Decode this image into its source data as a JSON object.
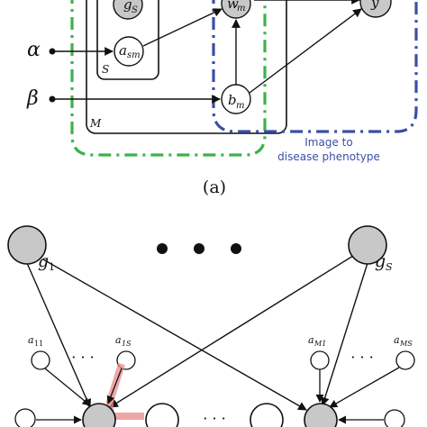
{
  "panel_a": {
    "caption": "(a)",
    "inputs": {
      "alpha": "α",
      "beta": "β"
    },
    "plate_labels": {
      "inner": "S",
      "outer": "M"
    },
    "node_labels": {
      "g_s": "g",
      "g_s_sub": "S",
      "a_sm": "a",
      "a_sm_sub": "sm",
      "w_m": "w",
      "w_m_sub": "m",
      "b_m": "b",
      "b_m_sub": "m",
      "y": "y"
    },
    "annotation": [
      "Image to",
      "disease phenotype"
    ],
    "colors": {
      "green_box": "#3cb24a",
      "blue_box": "#3a4fa8",
      "annotation_text": "#3a4fa8",
      "shaded_node": "#c8c8c8"
    }
  },
  "panel_b": {
    "ellipsis_top": "● ● ●",
    "node_labels": {
      "g1": "g",
      "g1_sub": "1",
      "gS": "g",
      "gS_sub": "S",
      "a11": "a",
      "a11_sub": "11",
      "a1S": "a",
      "a1S_sub": "1S",
      "aM1": "a",
      "aM1_sub": "M1",
      "aMS": "a",
      "aMS_sub": "MS"
    },
    "dots": "· · ·",
    "colors": {
      "shaded_node": "#c8c8c8",
      "highlight": "#e88a8a"
    }
  }
}
